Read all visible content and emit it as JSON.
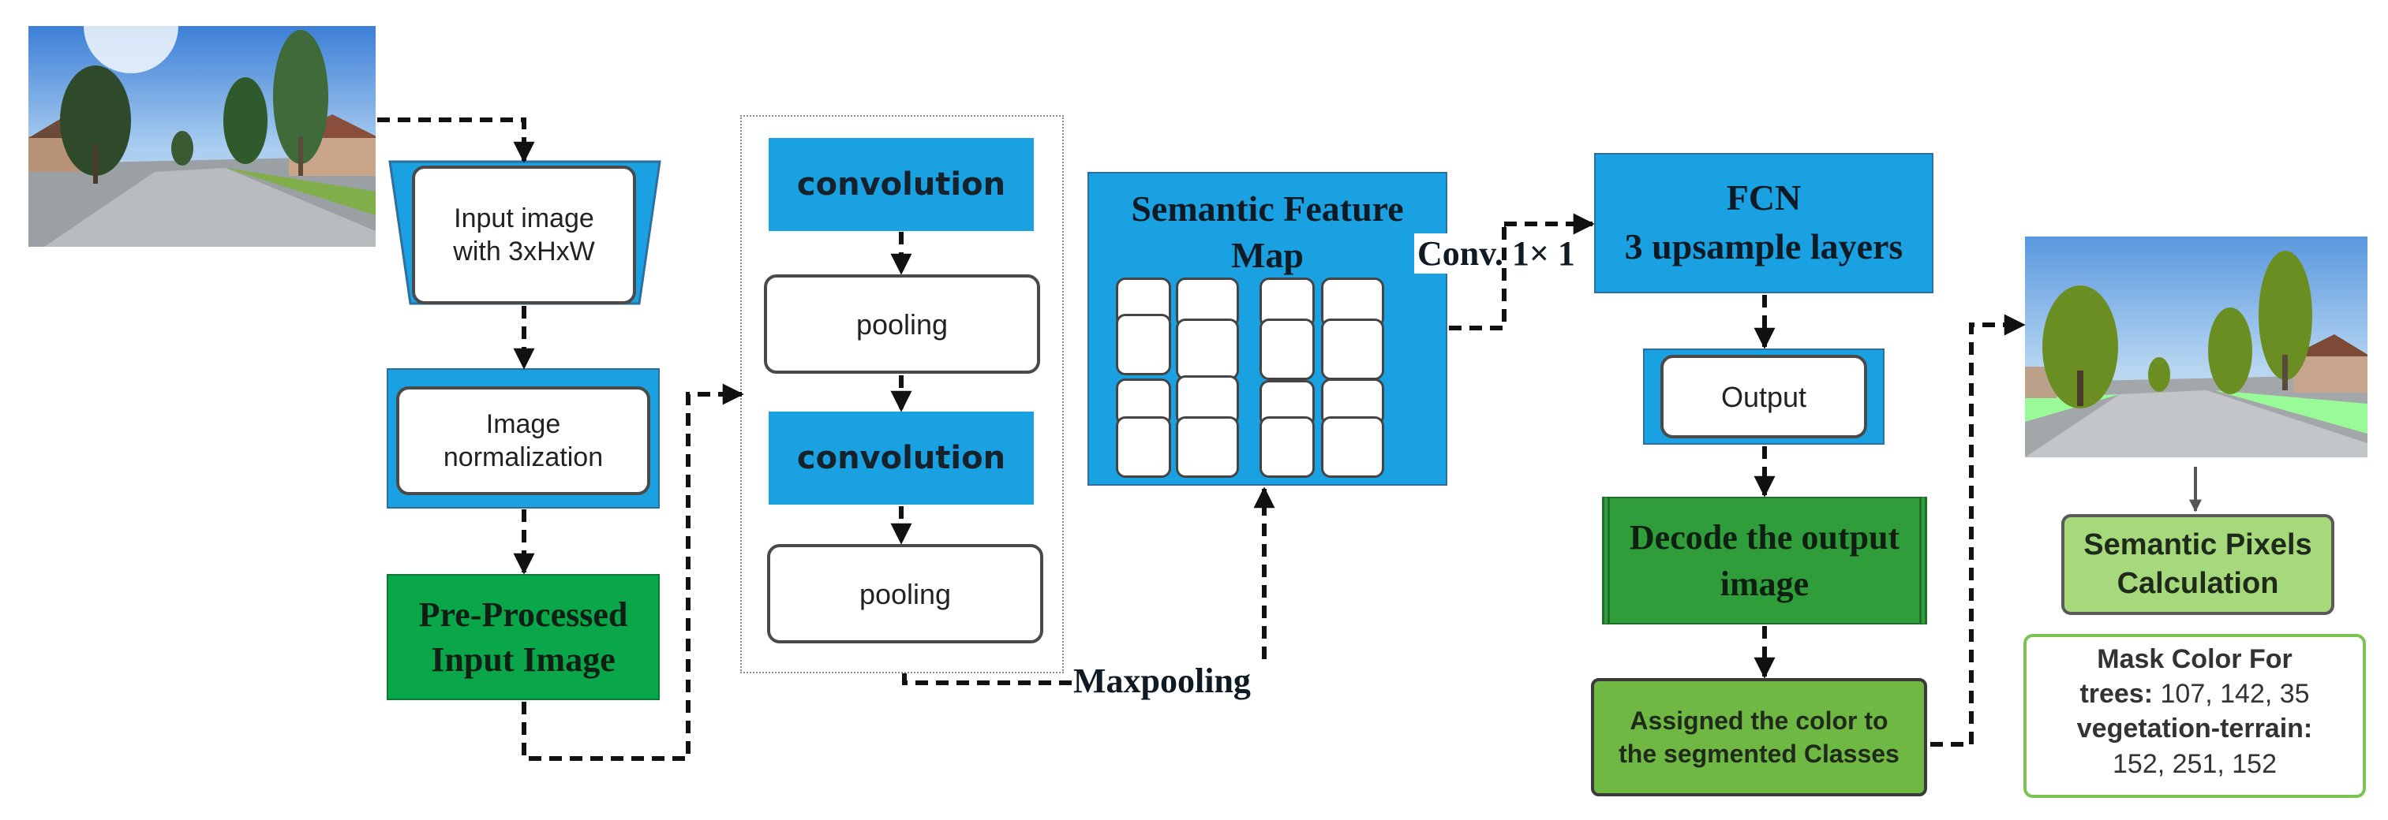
{
  "nodes": {
    "input_image": "Input image with 3xHxW",
    "normalization": "Image normalization",
    "preprocessed": "Pre-Processed Input Image",
    "conv1": "convolution",
    "pool1": "pooling",
    "conv2": "convolution",
    "pool2": "pooling",
    "feature_map": "Semantic Feature Map",
    "fcn_line1": "FCN",
    "fcn_line2": "3 upsample layers",
    "output": "Output",
    "decode": "Decode the output image",
    "assign": "Assigned the color to the segmented Classes",
    "semantic_calc": "Semantic Pixels Calculation"
  },
  "edge_labels": {
    "conv": "Conv. 1× 1",
    "maxpool": "Maxpooling"
  },
  "mask": {
    "title": "Mask Color For",
    "trees_label": "trees:",
    "trees_value": "107, 142, 35",
    "veg_label": "vegetation-terrain:",
    "veg_value": "152, 251, 152"
  },
  "colors": {
    "box_blue": "#1aa1e1",
    "green_dark": "#0aa64a",
    "green_decode": "#2f9e3a",
    "green_assign": "#6fb844",
    "green_light": "#a6d97b",
    "trees_mask": "#6b8e23",
    "vegetation_mask": "#98fb98"
  }
}
